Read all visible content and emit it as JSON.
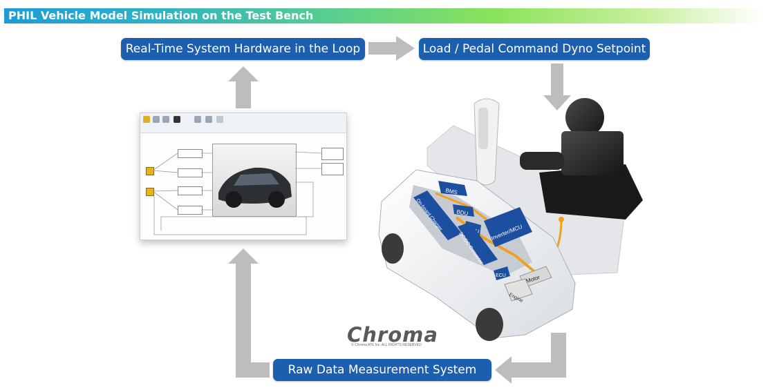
{
  "header": {
    "title": "PHIL Vehicle Model Simulation on the Test Bench"
  },
  "nodes": {
    "realtime": "Real-Time System Hardware in the Loop",
    "load": "Load / Pedal Command Dyno Setpoint",
    "raw": "Raw Data Measurement System"
  },
  "vehicle_components": {
    "bms": "BMS",
    "bdu": "BDU",
    "onboard_charger": "On-board Charger",
    "pdu": "PDU",
    "dcdc": "DC/DC Converter",
    "inverter": "Inverter/MCU",
    "motor": "Motor",
    "ecu": "ECU",
    "engine": "Engine"
  },
  "brand": {
    "logo": "Chroma",
    "copyright": "© Chroma ATE Inc. ALL RIGHTS RESERVED"
  },
  "colors": {
    "pill": "#1c5fae",
    "arrow": "#bdbdbd",
    "component": "#1c4fa0",
    "bus": "#f0a020"
  }
}
